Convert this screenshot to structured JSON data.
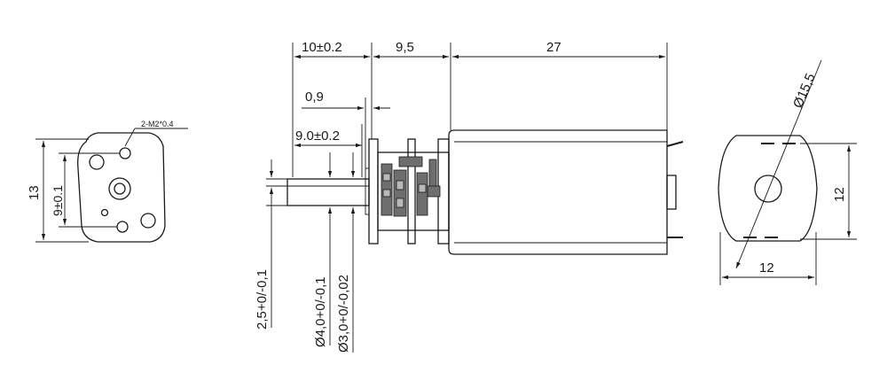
{
  "drawing": {
    "front_view": {
      "hole_callout": "2-M2*0.4",
      "dim_height": "13",
      "dim_hole_spacing": "9±0.1"
    },
    "side_view": {
      "dim_gearbox": "10±0.2",
      "dim_gear_section": "9,5",
      "dim_motor_body": "27",
      "dim_plate_thickness": "0,9",
      "dim_shaft_length": "9.0±0.2",
      "dim_shaft_flat": "2,5+0/-0,1",
      "dim_shaft_dia_4": "Ø4,0+0/-0,1",
      "dim_shaft_dia_3": "Ø3,0+0/-0,02"
    },
    "rear_view": {
      "dim_diameter": "Ø15,5",
      "dim_height": "12",
      "dim_width": "12"
    }
  },
  "colors": {
    "line": "#1a1a1a",
    "background": "#ffffff",
    "gear_fill": "#6e6e6e"
  }
}
